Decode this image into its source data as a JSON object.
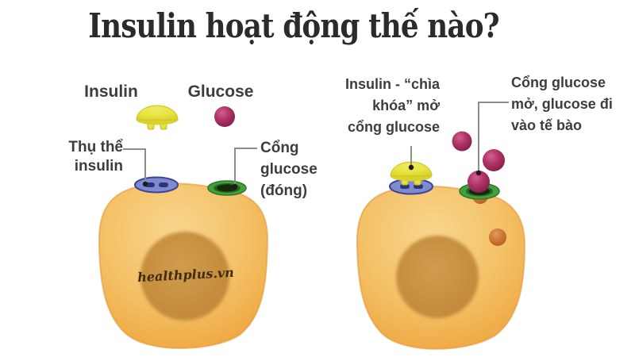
{
  "title": "Insulin hoạt động thế nào?",
  "legend": {
    "insulin_label": "Insulin",
    "glucose_label": "Glucose"
  },
  "left_cell": {
    "receptor_label": "Thụ thể\ninsulin",
    "gate_closed_label": "Cổng\nglucose\n(đóng)",
    "watermark": "healthplus.vn"
  },
  "right_cell": {
    "key_label": "Insulin - “chìa\nkhóa” mở\ncổng glucose",
    "gate_open_label": "Cổng glucose\nmở, glucose đi\nvào tế bào"
  },
  "colors": {
    "title_text": "#2b2b2b",
    "label_text": "#3d3d3d",
    "cell_body": "#f2b656",
    "cell_rim": "#e5973a",
    "nucleus": "#c38b3a",
    "insulin_yellow": "#e7e23c",
    "insulin_yellow_dark": "#c9c32a",
    "glucose_magenta": "#a62a5e",
    "receptor_blue": "#7f8ad0",
    "receptor_blue_dark": "#39439a",
    "gate_green": "#43a03c",
    "gate_green_mid": "#2a6423",
    "gate_green_dark": "#132b0d",
    "absorbed_orange": "#c8742f",
    "leader_gray": "#8c8c8c",
    "dot_black": "#1c1c1c",
    "watermark_text": "#3f2c10"
  }
}
